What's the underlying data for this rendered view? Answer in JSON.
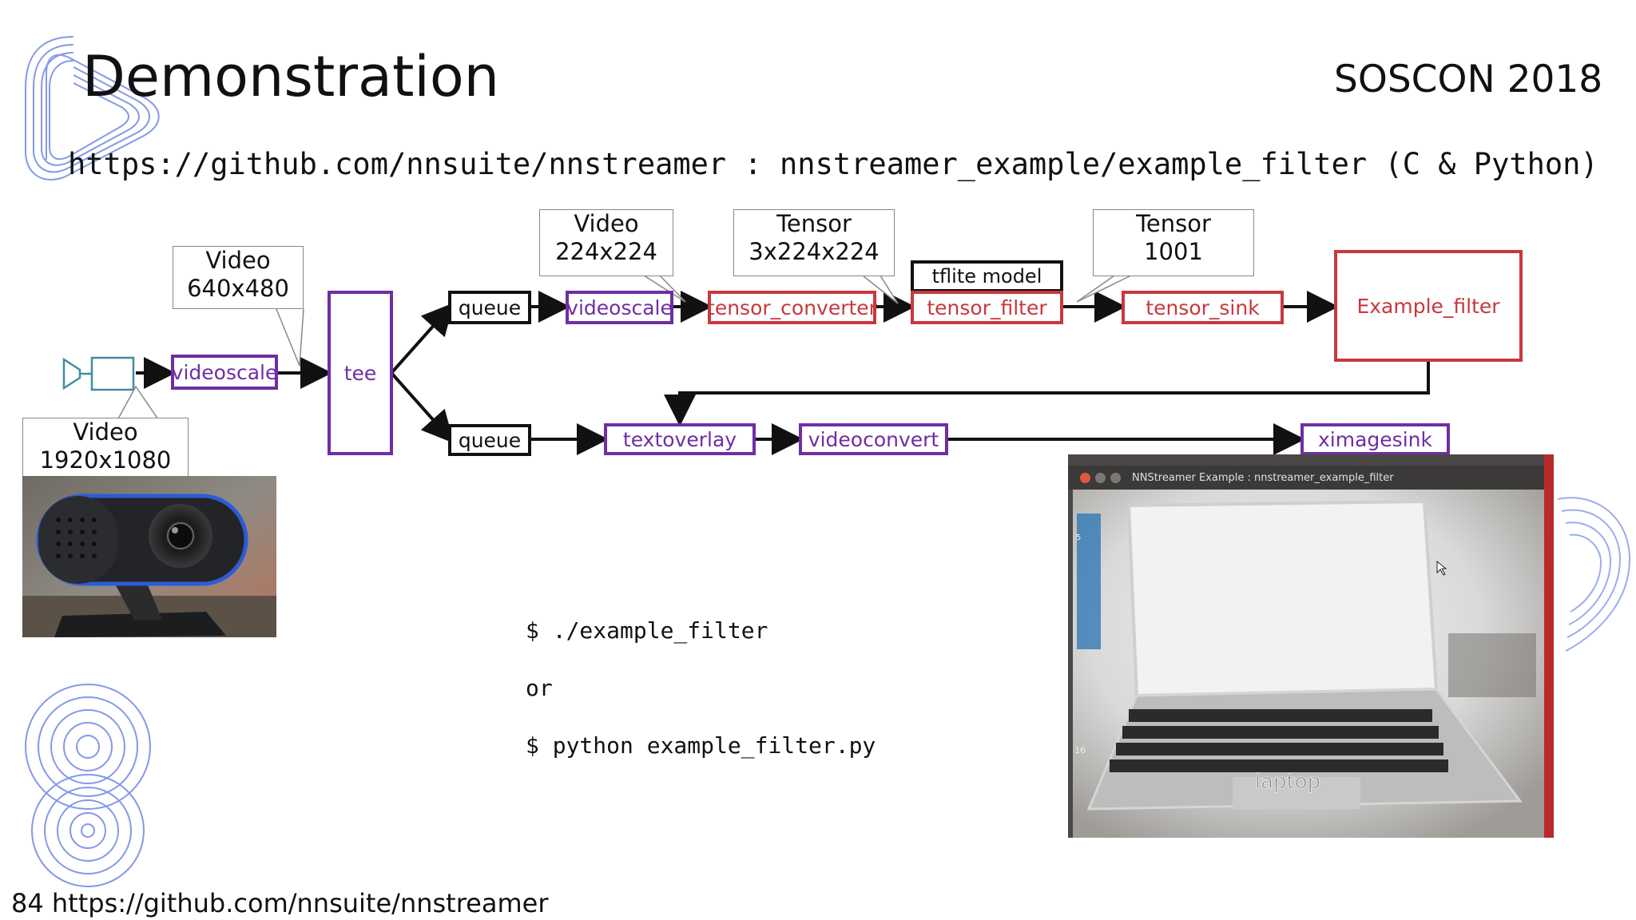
{
  "slide": {
    "title": "Demonstration",
    "event": "SOSCON 2018",
    "url_line": "https://github.com/nnsuite/nnstreamer : nnstreamer_example/example_filter (C & Python)",
    "footer": "84 https://github.com/nnsuite/nnstreamer"
  },
  "pipeline": {
    "videoscale_1": "videoscale",
    "tee": "tee",
    "queue_top": "queue",
    "queue_bottom": "queue",
    "videoscale_2": "videoscale",
    "tensor_converter": "tensor_converter",
    "tensor_filter": "tensor_filter",
    "tflite_model": "tflite model",
    "tensor_sink": "tensor_sink",
    "example_filter": "Example_filter",
    "textoverlay": "textoverlay",
    "videoconvert": "videoconvert",
    "ximagesink": "ximagesink"
  },
  "callouts": {
    "camera": [
      "Video",
      "1920x1080"
    ],
    "video_640": [
      "Video",
      "640x480"
    ],
    "video_224": [
      "Video",
      "224x224"
    ],
    "tensor_3x224": [
      "Tensor",
      "3x224x224"
    ],
    "tensor_1001": [
      "Tensor",
      "1001"
    ]
  },
  "commands": {
    "cmd1": "$ ./example_filter",
    "or": "or",
    "cmd2": "$ python example_filter.py"
  },
  "demo_window": {
    "title": "NNStreamer Example : nnstreamer_example_filter",
    "label": "laptop",
    "left_numbers": [
      "5",
      "16"
    ]
  },
  "colors": {
    "purple": "#6f2ea3",
    "red": "#c8383e",
    "camera_icon": "#3f8e9e",
    "deco_blue": "#3b5fd9"
  }
}
